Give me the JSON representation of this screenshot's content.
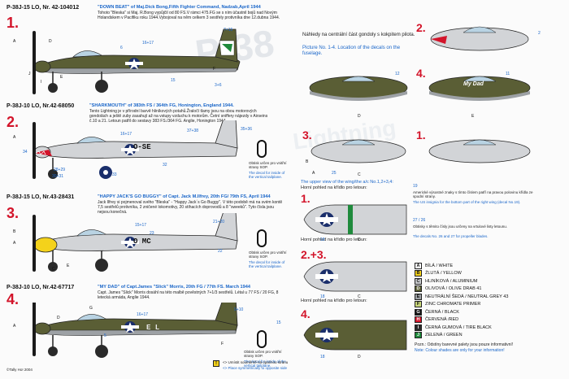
{
  "planes": [
    {
      "number": "1.",
      "model": "P-38J-15 LO, Nr. 42-104012",
      "header": "\"DOWN BEAT\" of Maj.Dick Bong,Fifth Fighter Command, Nadzab,April 1944",
      "body": "Tohoto \"Bleska\" si Maj. R.Bong vypůjčil od 80 FS.V rámci 475.FG se s ním účastnil bojů nad Novým Holandskem v Pacifiku roku 1944.Vybojoval na něm celkem 3 sestřely protivníka dne 12.dubna 1944."
    },
    {
      "number": "2.",
      "model": "P-38J-10 LO, Nr.42-68050",
      "header": "\"SHARKMOUTH\" of 383th FS / 364th FG, Honington, England 1944.",
      "body": "Tento Lightning je v přírodní barvě hliníkových potahů.Žraločí tlamy jsou na obou motorových gondolách a ještě zuby zasahují až na vstupy vzduchu k motorům. Četní sniffery nájezdy v Airseins č.10 a 21. Letoun patřil do sestavy 383 FS./364 FG. Anglie, Honington 1944."
    },
    {
      "number": "3.",
      "model": "P-38J-15 LO, Nr.43-28431",
      "header": "\"HAPPY JACK'S GO BUGGY\" of Capt. Jack M.Ilfrey, 20th FG/ 79th FS, April 1944",
      "body": "Jack Ilfrey si pojmenoval svého \"Bleska\" - \"Happy Jack´s Go Buggy\". V této podobě má na svém kontě 7,5 sestřelů protivníka, 2 zničené lokomotivy, 20 stíhacích doprovodů a 8 \"sweeků\". Tyto čísla jsou nejsou konečná."
    },
    {
      "number": "4.",
      "model": "P-38J-10 LO, Nr.42-67717",
      "header": "\"MY DAD\" of Capt.James \"Slick\" Morris, 20th FG / 77th FS. March 1944",
      "body": "Capt. James \"Slick\" Morris dosáhl na této malbě pověstných 7+1/3 sestřelů. Létal u 77 FS / 20 FG, 8 letecká armáda, Anglie 1944."
    }
  ],
  "labels": {
    "p1": {
      "a": "A",
      "d": "D",
      "e": "E",
      "f": "F",
      "i": "I",
      "j": "J",
      "n6": "6",
      "n1617": "16+17",
      "n15": "15",
      "n715": "7+15",
      "n36": "3+6"
    },
    "p2": {
      "a": "A",
      "c": "C",
      "n34": "34",
      "n1617": "16+17",
      "n3738": "37+38",
      "n3536": "35+36",
      "n2829": "28+29",
      "n3031": "30+31",
      "n33": "33",
      "n32": "32"
    },
    "p3": {
      "a": "A",
      "b": "B",
      "c": "C",
      "e": "E",
      "n1517": "15+17",
      "n23": "23",
      "n2120": "21+20",
      "n22": "22"
    },
    "p4": {
      "a": "A",
      "d": "D",
      "f": "F",
      "g": "G",
      "n1617": "16+17",
      "n910": "9+10",
      "n5": "5",
      "n15": "15"
    }
  },
  "codes": {
    "plane2": "O-SE",
    "plane3": "O MC",
    "plane4": "E L"
  },
  "sop_texts": [
    {
      "cz": "Obtisk určen pro vnitřní strany SOP.",
      "en": "The decal for inside of the vertical tailplane."
    },
    {
      "cz": "Obtisk určen pro vnitřní strany SOP.",
      "en": "The decal for inside of the vertical tailplane."
    },
    {
      "cz": "Obtisk určen pro vnitřní strany SOP.",
      "en": "The decal for inside of the vertical tailplane."
    }
  ],
  "right": {
    "gondola_cz": "Náhledy na centrální část gondoly s kokpitem pilota.",
    "gondola_en": "Picture No. 1-4. Location of the decals on the fuselage.",
    "upper_view": "The upper view of the wing/the a/c No.1,2+3,4:",
    "upper_cz": "Horní pohled na křídlo pro letoun:",
    "wing_note_cz": "Americké výsostné znaky s tímto číslem patří na pravou polovinu křídla ze spodní strany.",
    "wing_note_en": "The US insignia for the bottom part of the right wing (decal No.19).",
    "wing_note_num": "19",
    "prop_cz": "Obtisky s těmito čísly jsou určeny na vrtulové listy letounu.",
    "prop_en": "The decals No. 26 and 27 for propeller blades.",
    "prop_num": "27 / 26",
    "my_dad_text": "My Dad",
    "gondola_labels": {
      "n2": "2",
      "n3": "3",
      "n4": "4",
      "n1": "1",
      "n12": "12",
      "n11": "11",
      "n25": "25",
      "c": "C",
      "d": "D",
      "e": "E",
      "ba": "B",
      "aa": "A"
    },
    "wing_labels": {
      "n18a": "18",
      "n18b": "18",
      "n18c": "18",
      "n18d": "18",
      "n18e": "18",
      "c1": "C",
      "c2": "C",
      "e1": "E",
      "d1": "D",
      "h1": "H",
      "d2": "D",
      "e2": "E"
    },
    "wing_numbers": [
      "1.",
      "2.+3.",
      "4."
    ],
    "view_numbers": {
      "v1": "1.",
      "v2": "2.",
      "v3": "3.",
      "v4": "4."
    },
    "watermarks": {
      "w1": "P-38",
      "w2": "Lightning"
    }
  },
  "legend": [
    {
      "code": "A",
      "label": "BÍLÁ / WHITE",
      "color": "#ffffff",
      "text": "#111111"
    },
    {
      "code": "B",
      "label": "ŽLUTÁ / YELLOW",
      "color": "#f4d21b",
      "text": "#111111"
    },
    {
      "code": "C",
      "label": "HLINÍKOVÁ / ALUMINIUM",
      "color": "#c7c9cc",
      "text": "#111111"
    },
    {
      "code": "D",
      "label": "OLIVOVÁ / OLIVE DRAB 41",
      "color": "#5a5e35",
      "text": "#ffffff"
    },
    {
      "code": "E",
      "label": "NEUTRÁLNÍ ŠEDÁ / NEUTRAL GREY 43",
      "color": "#9da1a5",
      "text": "#111111"
    },
    {
      "code": "F",
      "label": "ZINC CHROMATE PRIMER",
      "color": "#c9d77a",
      "text": "#111111"
    },
    {
      "code": "G",
      "label": "ČERNÁ / BLACK",
      "color": "#151515",
      "text": "#ffffff"
    },
    {
      "code": "H",
      "label": "ČERVENÁ /RED",
      "color": "#d3142a",
      "text": "#ffffff"
    },
    {
      "code": "I",
      "label": "ČERNÁ GUMOVÁ / TIRE BLACK",
      "color": "#2a2a2a",
      "text": "#ffffff"
    },
    {
      "code": "J",
      "label": "ZELENÁ / GREEN",
      "color": "#1f8a3c",
      "text": "#ffffff"
    }
  ],
  "notes": {
    "colour_cz": "Pozn.: Odstíny barevné palety jsou pouze informativní!",
    "colour_en": "Note: Colour shades are only for your information!",
    "sym1": "<> Umístit souměrně na opačnou stranu",
    "sym2": "<> Place symmetrically to opposite side",
    "copyright": "©Tally Ho! 2004"
  },
  "colors": {
    "accent_red": "#d3142a",
    "accent_blue": "#1a66c9",
    "olive": "#5a5e35",
    "grey": "#9da1a5",
    "aluminium": "#c7c9cc"
  }
}
